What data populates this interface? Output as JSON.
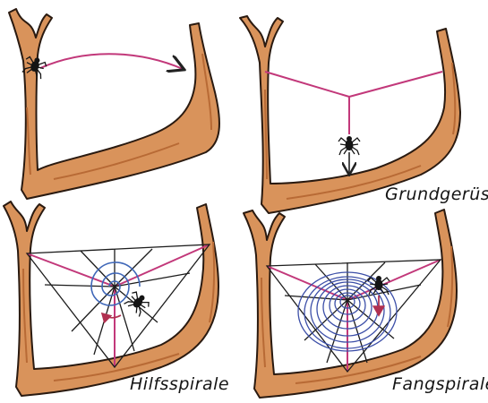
{
  "panels": [
    {
      "caption": ""
    },
    {
      "caption": "Grundgerüst"
    },
    {
      "caption": "Hilfsspirale"
    },
    {
      "caption": "Fangspirale"
    }
  ],
  "colors": {
    "branch_fill": "#d9935b",
    "branch_shade": "#b86a35",
    "branch_outline": "#2a1a10",
    "frame_thread": "#c2387a",
    "radial_thread": "#1c1c1c",
    "aux_spiral": "#3f67b8",
    "capture_spiral": "#3c4fa8",
    "spider": "#141414",
    "arrow": "#b03050"
  },
  "icons": [
    "spider-icon",
    "arrow-icon"
  ]
}
